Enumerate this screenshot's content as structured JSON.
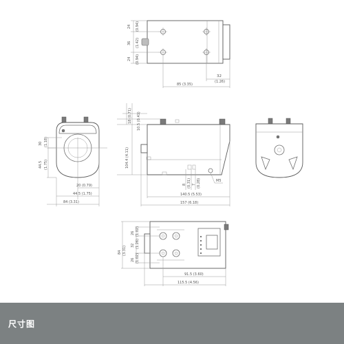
{
  "caption": "尺寸图",
  "colors": {
    "caption_bg": "#7c8182",
    "caption_text": "#ffffff",
    "line": "#6f6f6f"
  },
  "top_view": {
    "dim_24a": "24",
    "dim_24a_in": "(0.94)",
    "dim_36": "36",
    "dim_36_in": "(1.42)",
    "dim_24b": "24",
    "dim_24b_in": "(0.94)",
    "dim_32": "32",
    "dim_32_in": "(1.26)",
    "dim_85": "85 (3.35)"
  },
  "side_view": {
    "dim_18": "18 (0.71)",
    "dim_10_5": "10.5 (0.41)",
    "dim_104_4": "104.4 (4.11)",
    "dim_8": "8",
    "dim_8_in": "(0.31)",
    "dim_7": "7",
    "dim_7_in": "(0.28)",
    "dim_m5": "M5",
    "dim_140_5": "140.5 (5.53)",
    "dim_157": "157 (6.18)"
  },
  "front_view": {
    "dim_30": "30",
    "dim_30_in": "(1.18)",
    "dim_44_5v": "44.5",
    "dim_44_5v_in": "(1.75)",
    "dim_20": "20 (0.79)",
    "dim_44_5h": "44.5 (1.75)",
    "dim_84": "84 (3.31)"
  },
  "back_view": {
    "dim_84": "84",
    "dim_84_in": "(3.31)",
    "dim_26a": "26",
    "dim_26a_in": "(1.02)",
    "dim_32": "32",
    "dim_32_in": "(1.26)",
    "dim_26b": "26",
    "dim_26b_in": "(1.02)",
    "dim_91_5": "91.5 (3.60)",
    "dim_115_5": "115.5 (4.56)"
  }
}
